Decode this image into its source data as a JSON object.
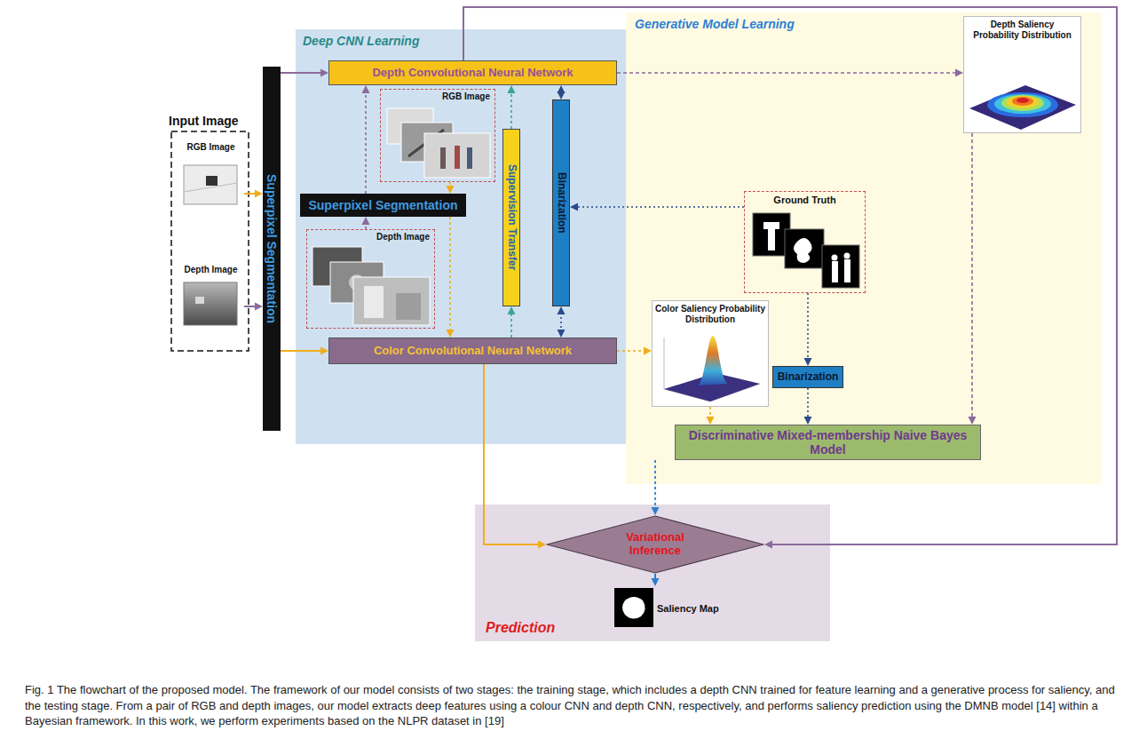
{
  "diagram": {
    "caption": "Fig. 1 The flowchart of the proposed model. The framework of our model consists of two stages: the training stage, which includes a depth CNN trained for feature learning and a generative process for saliency, and the testing stage. From a pair of RGB and depth images, our model extracts deep features using a colour CNN and depth CNN, respectively, and performs saliency prediction using the DMNB model [14] within a Bayesian framework. In this work, we perform experiments based on the NLPR dataset in [19]",
    "nodes": [
      {
        "text": [
          "Input Image"
        ]
      },
      {
        "text": [
          "RGB Image"
        ],
        "in": 0
      },
      {
        "text": [
          "Depth Image"
        ],
        "in": 0
      },
      {
        "text": [
          "Superpixel Segmentation"
        ]
      },
      {
        "text": [
          "Deep CNN Learning"
        ]
      },
      {
        "text": [
          "Depth Convolutional Neural Network"
        ],
        "in": 4
      },
      {
        "text": [
          "RGB Image"
        ],
        "in": 4
      },
      {
        "text": [
          "Superpixel Segmentation"
        ],
        "in": 4
      },
      {
        "text": [
          "Depth Image"
        ],
        "in": 4
      },
      {
        "text": [
          "Supervision Transfer"
        ],
        "in": 4
      },
      {
        "text": [
          "Binarization"
        ],
        "in": 4
      },
      {
        "text": [
          "Color Convolutional Neural Network"
        ],
        "in": 4
      },
      {
        "text": [
          "Generative Model Learning"
        ]
      },
      {
        "text": [
          "Depth Saliency Probability Distribution"
        ],
        "in": 12
      },
      {
        "text": [
          "Ground Truth"
        ],
        "in": 12
      },
      {
        "text": [
          "Color Saliency Probability Distribution"
        ],
        "in": 12
      },
      {
        "text": [
          "Binarization"
        ],
        "in": 12
      },
      {
        "text": [
          "Discriminative Mixed-membership Naive Bayes Model"
        ],
        "in": 12
      },
      {
        "text": [
          "Prediction"
        ]
      },
      {
        "text": [
          "Variational Inference"
        ],
        "in": 18
      },
      {
        "text": [
          "Saliency Map"
        ],
        "in": 18
      }
    ],
    "edges": [
      {
        "from": 1,
        "to": 3,
        "arrow": "to"
      },
      {
        "from": 2,
        "to": 3,
        "arrow": "to"
      },
      {
        "from": 3,
        "to": 5,
        "arrow": "to"
      },
      {
        "from": 3,
        "to": 11,
        "arrow": "to"
      },
      {
        "from": 5,
        "to": 19,
        "arrow": "to"
      },
      {
        "from": 5,
        "to": 13,
        "arrow": "to"
      },
      {
        "from": 6,
        "to": 7,
        "arrow": "to"
      },
      {
        "from": 7,
        "to": 11,
        "arrow": "to"
      },
      {
        "from": 8,
        "to": 7,
        "arrow": "to"
      },
      {
        "from": 7,
        "to": 5,
        "arrow": "to"
      },
      {
        "from": 11,
        "to": 9,
        "arrow": "to"
      },
      {
        "from": 9,
        "to": 5,
        "arrow": "to"
      },
      {
        "from": 10,
        "to": 5,
        "arrow": "both"
      },
      {
        "from": 10,
        "to": 11,
        "arrow": "both"
      },
      {
        "from": 14,
        "to": 10,
        "arrow": "to"
      },
      {
        "from": 11,
        "to": 15,
        "arrow": "to"
      },
      {
        "from": 11,
        "to": 19,
        "arrow": "to"
      },
      {
        "from": 14,
        "to": 16,
        "arrow": "to"
      },
      {
        "from": 15,
        "to": 17,
        "arrow": "to"
      },
      {
        "from": 16,
        "to": 17,
        "arrow": "to"
      },
      {
        "from": 13,
        "to": 17,
        "arrow": "to"
      },
      {
        "from": 17,
        "to": 19,
        "arrow": "to"
      },
      {
        "from": 19,
        "to": 20,
        "arrow": "to"
      }
    ]
  }
}
